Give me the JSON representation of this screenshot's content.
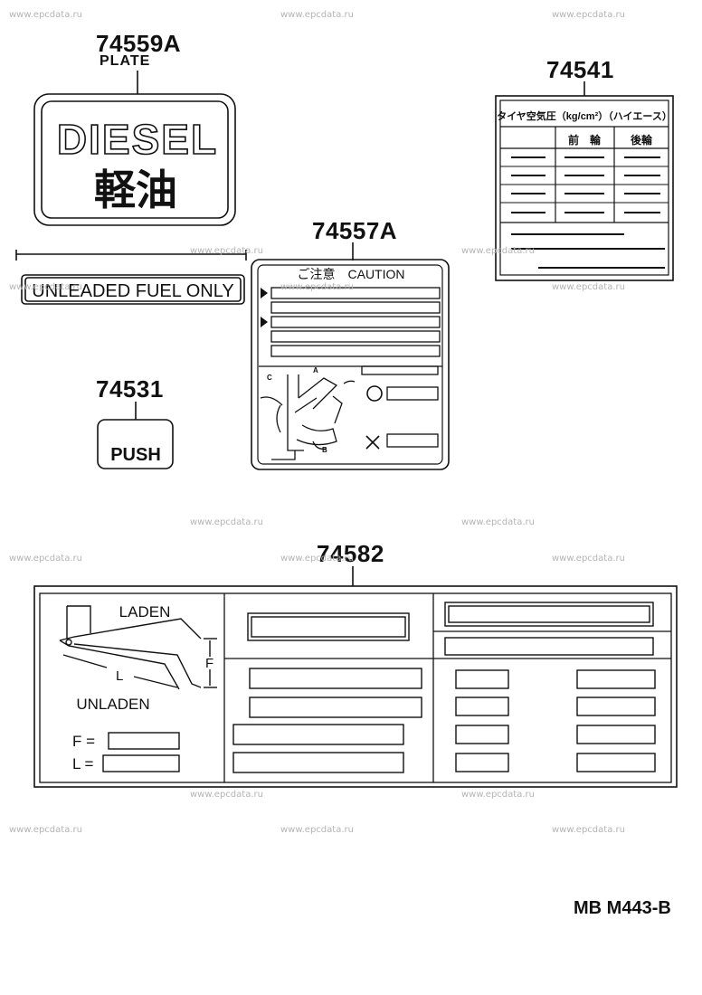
{
  "watermark": "www.epcdata.ru",
  "parts": {
    "p74559a": {
      "number": "74559A",
      "caption": "PLATE",
      "line1": "DIESEL",
      "line2": "軽油"
    },
    "unleaded": {
      "text": "UNLEADED FUEL ONLY"
    },
    "p74541": {
      "number": "74541",
      "title": "タイヤ空気圧（kg/cm²）（ハイエース）",
      "col_front": "前　輪",
      "col_rear": "後輪"
    },
    "p74557a": {
      "number": "74557A",
      "header": "ご注意　CAUTION",
      "label_c": "C",
      "label_a": "A",
      "label_b": "B"
    },
    "p74531": {
      "number": "74531",
      "button": "PUSH"
    },
    "p74582": {
      "number": "74582",
      "laden": "LADEN",
      "unladen": "UNLADEN",
      "f_marker": "F",
      "l_marker": "L",
      "f_eq": "F =",
      "l_eq": "L ="
    }
  },
  "footer": {
    "code": "MB  M443-B"
  }
}
